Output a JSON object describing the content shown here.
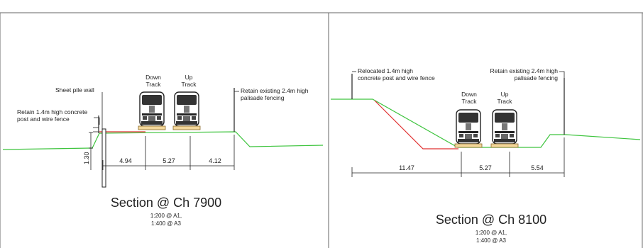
{
  "colors": {
    "existing_ground": "#3ec43e",
    "proposed_ground": "#e03030",
    "frame": "#555555"
  },
  "left_section": {
    "title": "Section @ Ch 7900",
    "scale_a1": "1:200 @ A1,",
    "scale_a3": "1:400 @ A3",
    "label_down_track_1": "Down",
    "label_down_track_2": "Track",
    "label_up_track_1": "Up",
    "label_up_track_2": "Track",
    "label_sheet_pile": "Sheet pile wall",
    "label_retain_fence_1": "Retain 1.4m high concrete",
    "label_retain_fence_2": "post and wire fence",
    "label_palisade_1": "Retain existing 2.4m high",
    "label_palisade_2": "palisade fencing",
    "dim_depth": "1.30",
    "dim_a": "4.94",
    "dim_b": "5.27",
    "dim_c": "4.12"
  },
  "right_section": {
    "title": "Section @ Ch 8100",
    "scale_a1": "1:200 @ A1,",
    "scale_a3": "1:400 @ A3",
    "label_down_track_1": "Down",
    "label_down_track_2": "Track",
    "label_up_track_1": "Up",
    "label_up_track_2": "Track",
    "label_relocated_1": "Relocated 1.4m high",
    "label_relocated_2": "concrete post and wire fence",
    "label_palisade_1": "Retain existing 2.4m high",
    "label_palisade_2": "palisade fencing",
    "dim_a": "11.47",
    "dim_b": "5.27",
    "dim_c": "5.54"
  }
}
